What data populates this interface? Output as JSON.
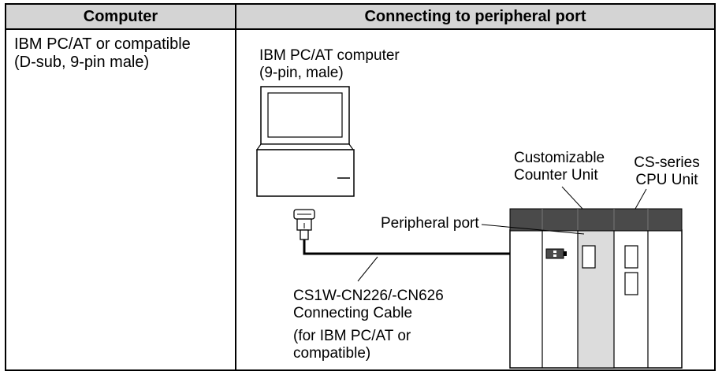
{
  "table": {
    "header_left": "Computer",
    "header_right": "Connecting to peripheral port",
    "left_cell": {
      "line1": "IBM PC/AT or compatible",
      "line2": "(D-sub, 9-pin male)"
    }
  },
  "diagram": {
    "computer_label_line1": "IBM PC/AT computer",
    "computer_label_line2": "(9-pin, male)",
    "counter_unit_line1": "Customizable",
    "counter_unit_line2": "Counter Unit",
    "cpu_unit_line1": "CS-series",
    "cpu_unit_line2": "CPU Unit",
    "peripheral_port_label": "Peripheral port",
    "cable_line1": "CS1W-CN226/-CN626",
    "cable_line2": "Connecting Cable",
    "cable_line3": "(for IBM PC/AT or",
    "cable_line4": "compatible)"
  },
  "colors": {
    "header_bg": "#d4d4d4",
    "rack_bar": "#4a4a4a",
    "highlight_unit": "#dcdcdc"
  }
}
